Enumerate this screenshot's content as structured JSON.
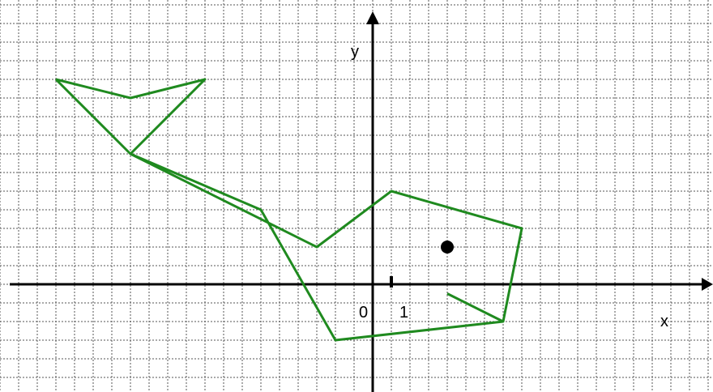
{
  "labels": {
    "y_axis": "y",
    "x_axis": "x",
    "origin": "0",
    "unit": "1"
  },
  "colors": {
    "grid": "#555555",
    "axis": "#000000",
    "figure_line": "#1f8a1f",
    "eye": "#000000"
  },
  "figure": {
    "body_polyline": [
      [
        -17,
        11
      ],
      [
        -13,
        7
      ],
      [
        -3,
        2
      ],
      [
        1,
        5
      ],
      [
        8,
        3
      ],
      [
        7,
        -2
      ],
      [
        -2,
        -3
      ],
      [
        -6,
        4
      ],
      [
        -13,
        7
      ],
      [
        -9,
        11
      ],
      [
        -13,
        10
      ],
      [
        -17,
        11
      ]
    ],
    "mouth": [
      [
        4,
        -0.5
      ],
      [
        7,
        -2
      ]
    ],
    "eye": [
      4,
      2
    ]
  }
}
